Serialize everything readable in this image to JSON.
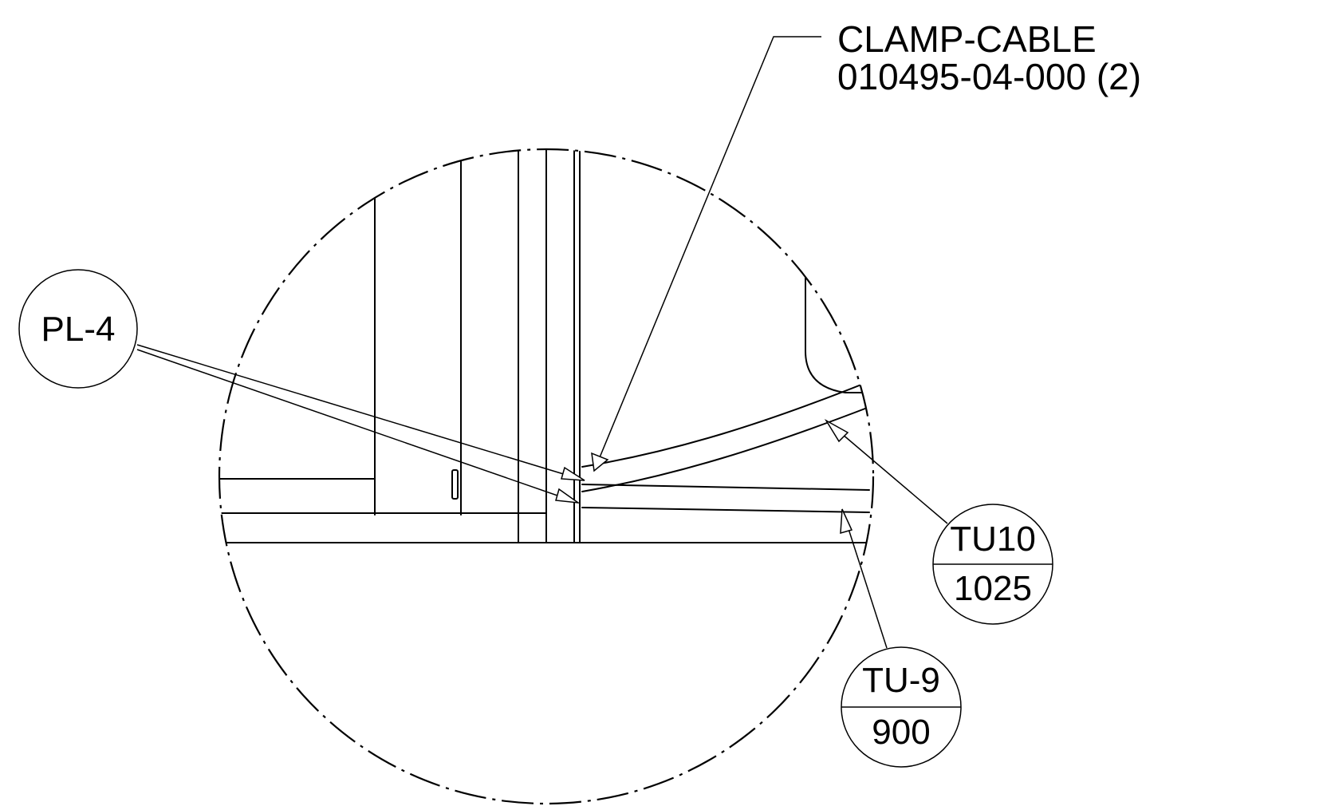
{
  "callouts": {
    "clamp": {
      "name": "CLAMP-CABLE",
      "part_number": "010495-04-000 (2)"
    },
    "pl4": {
      "label": "PL-4"
    },
    "tu10": {
      "top": "TU10",
      "bottom": "1025"
    },
    "tu9": {
      "top": "TU-9",
      "bottom": "900"
    }
  }
}
